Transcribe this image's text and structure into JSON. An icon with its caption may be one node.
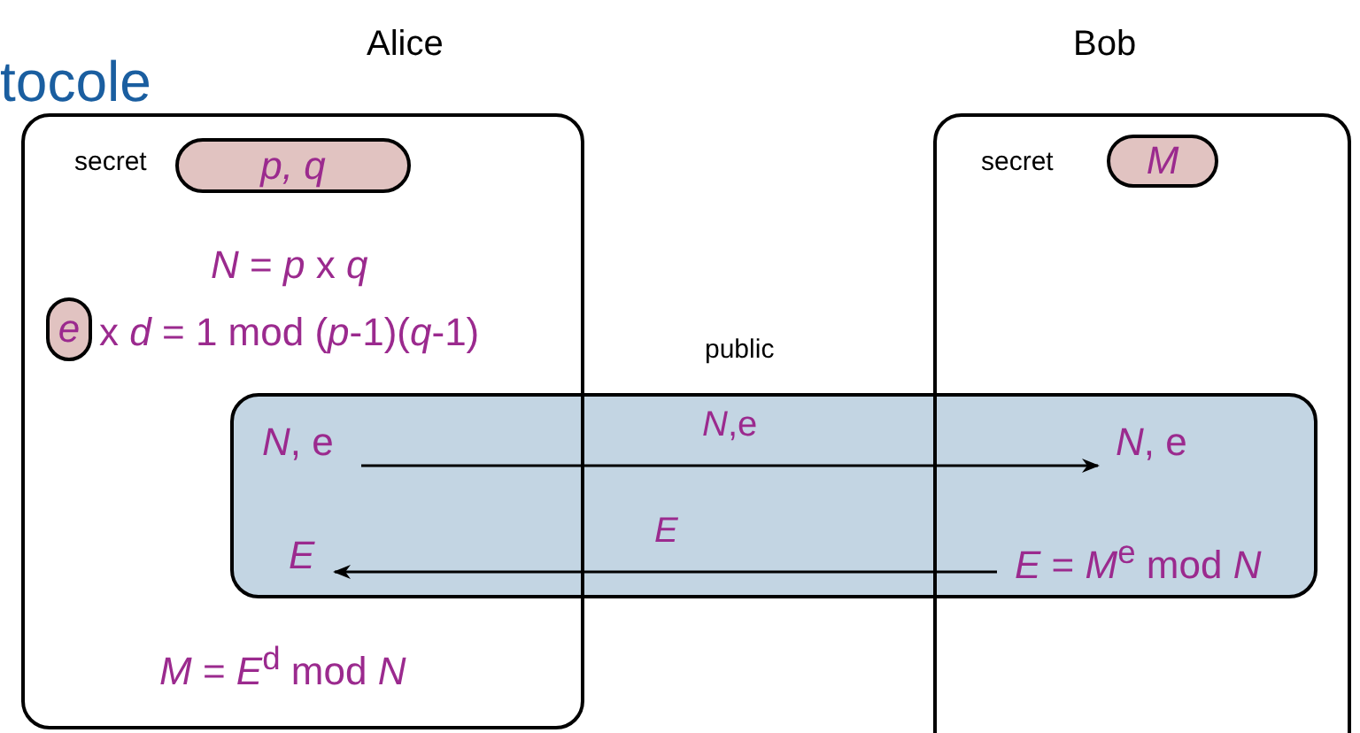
{
  "diagram": {
    "title": "tocole",
    "nodes": [
      {
        "text": [
          "Alice",
          "secret",
          "*N* = *p* x *q*",
          "x *d* = 1 mod (*p*-1)(*q*-1)",
          "*M* = *E*$^{d}$ mod *N*"
        ]
      },
      {
        "text": [
          "p, q"
        ],
        "in": 0
      },
      {
        "text": [
          "e"
        ],
        "in": 0
      },
      {
        "text": [
          "Bob",
          "secret"
        ]
      },
      {
        "text": [
          "M"
        ],
        "in": 3
      },
      {
        "text": [
          "*N*, e"
        ],
        "in": 0
      },
      {
        "text": [
          "E"
        ],
        "in": 0
      },
      {
        "text": [
          "*N*, e"
        ],
        "in": 3
      },
      {
        "text": [
          "*E* = *M*$^{e}$ mod *N*"
        ],
        "in": 3
      }
    ],
    "edges": [
      {
        "from": 5,
        "to": 7,
        "arrow": "to",
        "label": "*N*,e"
      },
      {
        "from": 8,
        "to": 6,
        "arrow": "to",
        "label": "E"
      }
    ],
    "labels": [
      "public"
    ]
  }
}
